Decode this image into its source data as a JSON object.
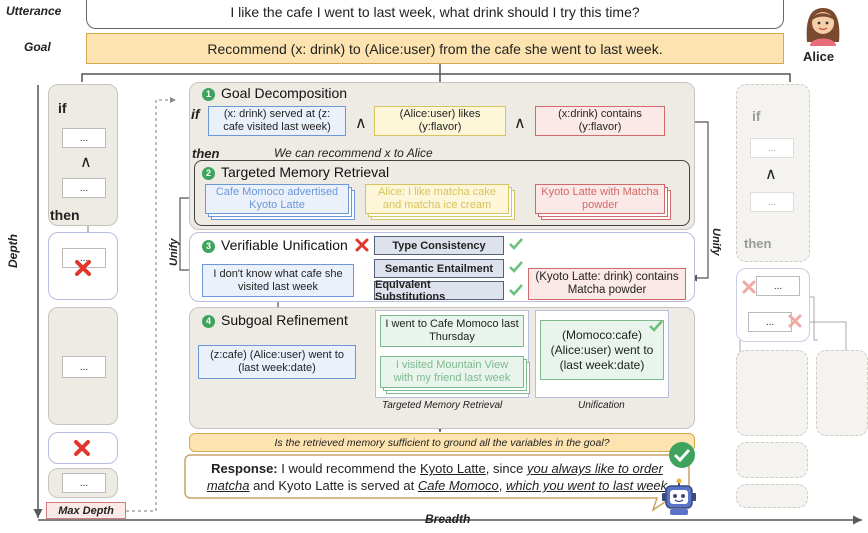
{
  "header": {
    "utterance_label": "Utterance",
    "utterance_text": "I like the cafe I went to last week, what drink should I try this time?",
    "goal_label": "Goal",
    "goal_text": "Recommend (x: drink) to (Alice:user) from the cafe she went to last week.",
    "user_name": "Alice"
  },
  "left_column": {
    "if_label": "if",
    "then_label": "then",
    "ellipsis": "...",
    "and_symbol": "∧"
  },
  "right_column": {
    "if_label": "if",
    "then_label": "then",
    "ellipsis": "...",
    "and_symbol": "∧"
  },
  "axes": {
    "depth": "Depth",
    "breadth": "Breadth",
    "max_depth": "Max Depth"
  },
  "side_labels": {
    "unify_left": "Unify",
    "unify_right": "Unify"
  },
  "goal_decomposition": {
    "step": "1",
    "title": "Goal Decomposition",
    "if_label": "if",
    "then_label": "then",
    "cond1": "(x: drink) served at (z: cafe visited last week)",
    "cond2": "(Alice:user) likes (y:flavor)",
    "cond3": "(x:drink) contains (y:flavor)",
    "and_symbol": "∧",
    "then_text": "We can recommend x to Alice"
  },
  "memory_retrieval": {
    "step": "2",
    "title": "Targeted Memory Retrieval",
    "mem1": "Cafe Momoco advertised Kyoto Latte",
    "mem2": "Alice: I like matcha cake and matcha ice cream",
    "mem3": "Kyoto Latte with Matcha powder"
  },
  "unification": {
    "step": "3",
    "title": "Verifiable Unification",
    "unknown": "I don't know what cafe she visited last week",
    "checks": [
      "Type Consistency",
      "Semantic Entailment",
      "Equivalent Substitutions"
    ],
    "result": "(Kyoto Latte: drink) contains Matcha powder"
  },
  "subgoal": {
    "step": "4",
    "title": "Subgoal Refinement",
    "subgoal_text": "(z:cafe) (Alice:user) went to (last week:date)",
    "mem1": "I went to Cafe Momoco last Thursday",
    "mem2": "I visited Mountain View with my friend last week",
    "mem_caption": "Targeted Memory Retrieval",
    "unified": "(Momoco:cafe) (Alice:user) went to (last week:date)",
    "unified_caption": "Unification"
  },
  "question": "Is the retrieved memory sufficient to ground all the variables in the goal?",
  "response": {
    "label": "Response:",
    "p1": " I would recommend the ",
    "l1": "Kyoto Latte",
    "p2": ", since ",
    "l2": "you always like to order",
    "l3": "matcha",
    "p3": " and Kyoto Latte is served at ",
    "l4": "Cafe Momoco",
    "p4": ", ",
    "l5": "which you went to last week"
  },
  "colors": {
    "panel_bg": "#eeebe5",
    "accent_green": "#3ea35c",
    "cross_red": "#e0362c",
    "goal_bg": "#fde3b0"
  }
}
